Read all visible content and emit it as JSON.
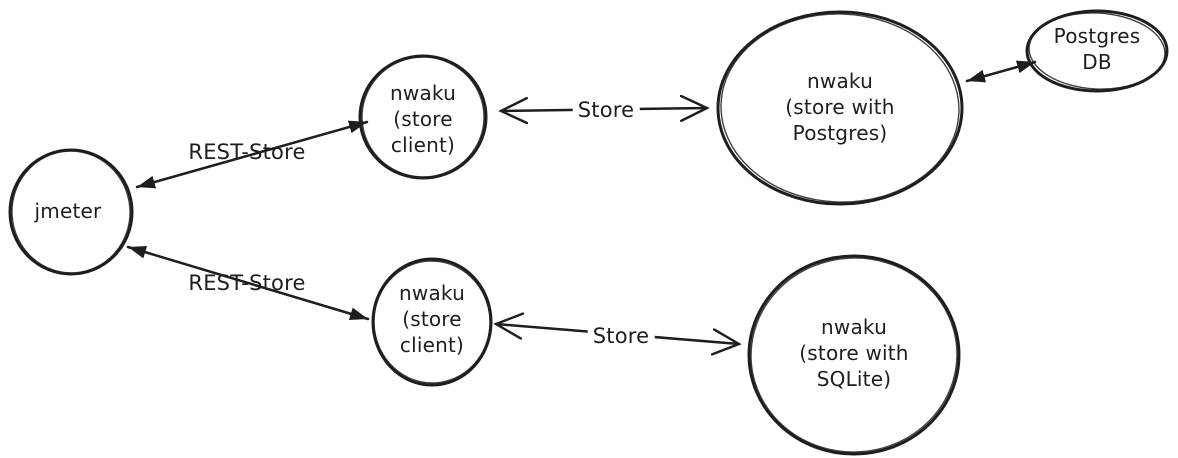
{
  "diagram": {
    "background_color": "#ffffff",
    "stroke_color": "#1e1e1e",
    "nodes": {
      "jmeter": {
        "label": "jmeter"
      },
      "store_client_top": {
        "label": "nwaku\n(store\nclient)"
      },
      "store_client_bottom": {
        "label": "nwaku\n(store\nclient)"
      },
      "nwaku_postgres": {
        "label": "nwaku\n(store with\nPostgres)"
      },
      "nwaku_sqlite": {
        "label": "nwaku\n(store with\nSQLite)"
      },
      "postgres_db": {
        "label": "Postgres\nDB"
      }
    },
    "edges": {
      "rest_store_top": {
        "label": "REST-Store",
        "arrowheads": "filled-both-ends"
      },
      "rest_store_bottom": {
        "label": "REST-Store",
        "arrowheads": "filled-both-ends"
      },
      "store_top": {
        "label": "Store",
        "arrowheads": "open-both-ends"
      },
      "store_bottom": {
        "label": "Store",
        "arrowheads": "open-both-ends"
      },
      "postgres_db_link": {
        "label": "",
        "arrowheads": "filled-both-ends"
      }
    }
  }
}
